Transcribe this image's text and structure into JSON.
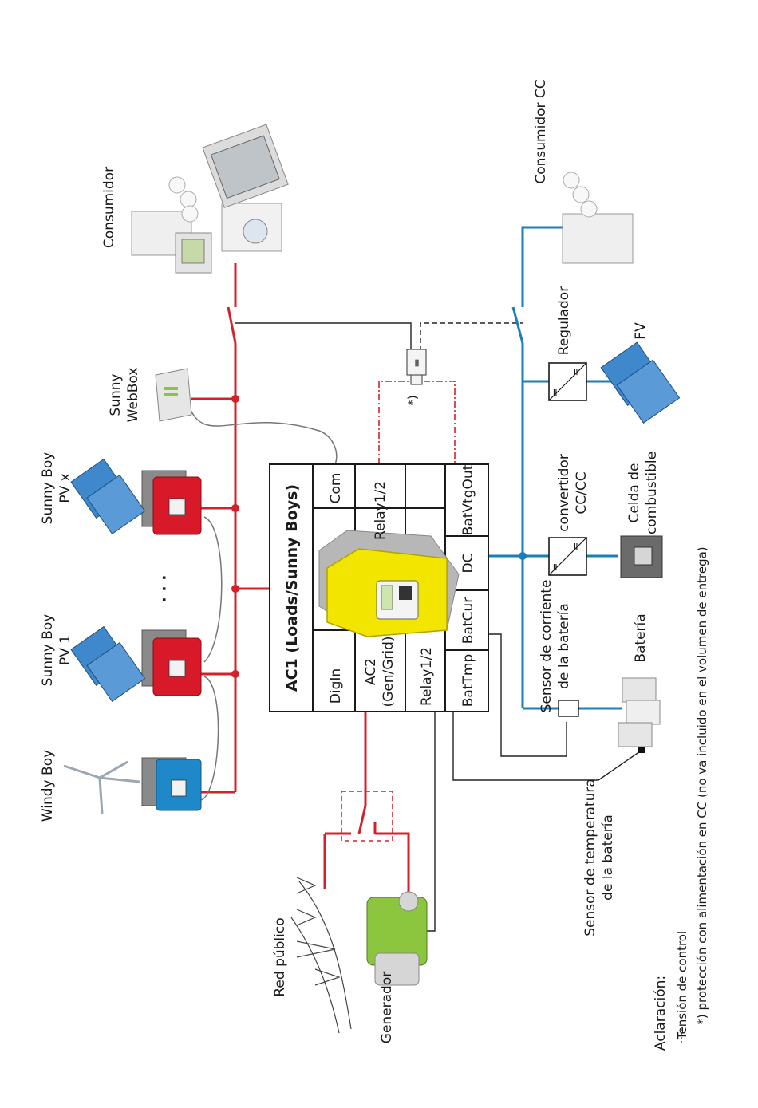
{
  "labels": {
    "windy_boy": "Windy Boy",
    "sunny_boy_pv1": [
      "Sunny Boy",
      "PV 1"
    ],
    "sunny_boy_pvx": [
      "Sunny Boy",
      "PV x"
    ],
    "dots": "· · ·",
    "sunny_webbox": [
      "Sunny",
      "WebBox"
    ],
    "consumidor": "Consumidor",
    "consumidor_cc": "Consumidor CC",
    "regulador": "Regulador",
    "fv": "FV",
    "convertidor": [
      "convertidor",
      "CC/CC"
    ],
    "celda": [
      "Celda de",
      "combustible"
    ],
    "bateria": "Batería",
    "sensor_corriente": [
      "Sensor de corriente",
      "de la batería"
    ],
    "sensor_temperatura": [
      "Sensor de temperatura",
      "de la batería"
    ],
    "red_publico": "Red público",
    "generador": "Generador",
    "protection_mark": "*)",
    "conv_symbol": "="
  },
  "panel": {
    "title": "AC1 (Loads/Sunny Boys)",
    "digin": "DigIn",
    "ac2": [
      "AC2",
      "(Gen/Grid)"
    ],
    "relay_left": "Relay1/2",
    "com": "Com",
    "relay_right": "Relay1/2",
    "battmp": "BatTmp",
    "batcur": "BatCur",
    "dc": "DC",
    "batvtgout": "BatVtgOut"
  },
  "legend": {
    "title": "Aclaración:",
    "control_voltage": "Tensión de control",
    "footnote": "*) protección con alimentación en CC (no va incluido en el volumen de entrega)"
  },
  "colors": {
    "ac_line": "#d4202a",
    "dc_line": "#1a7fb5",
    "comm_line": "#777777",
    "control_line": "#222222",
    "inverter_red": "#d8192a",
    "windy_blue": "#1e88c8",
    "island_yellow": "#f2e600",
    "pv_blue": "#3f88cc",
    "generator_green": "#8cc63f"
  }
}
